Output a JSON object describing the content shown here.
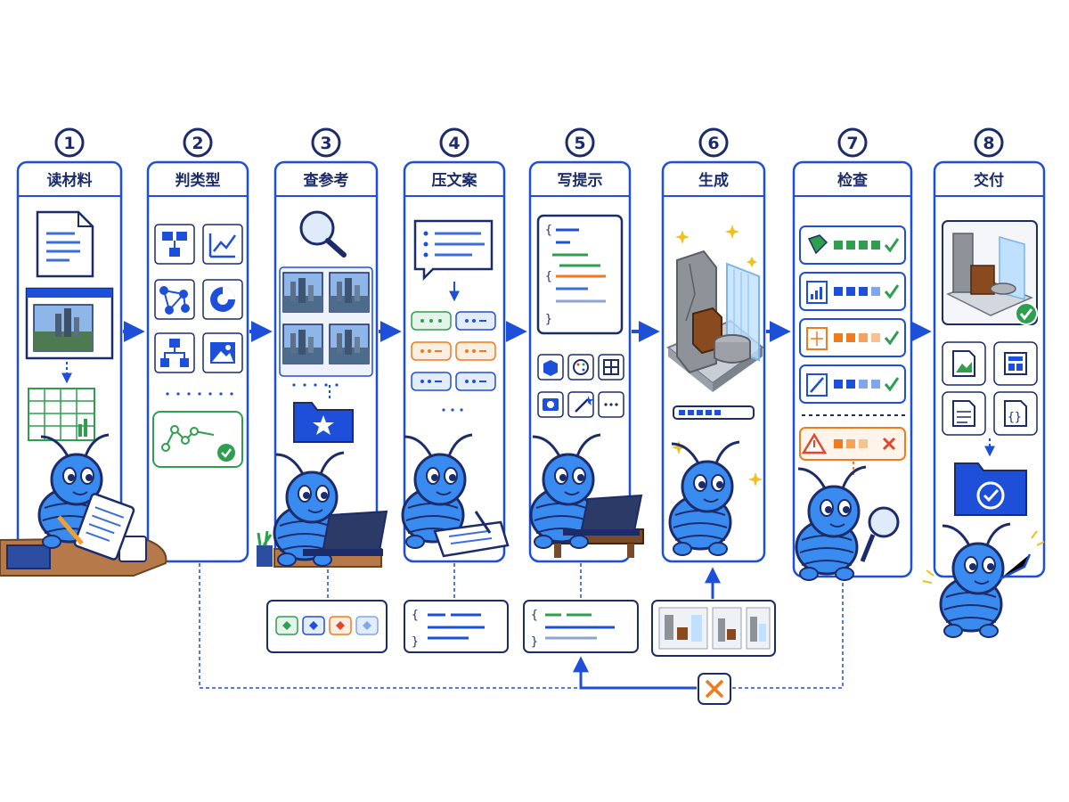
{
  "stages": [
    {
      "num": "1",
      "title": "读材料"
    },
    {
      "num": "2",
      "title": "判类型"
    },
    {
      "num": "3",
      "title": "查参考"
    },
    {
      "num": "4",
      "title": "压文案"
    },
    {
      "num": "5",
      "title": "写提示"
    },
    {
      "num": "6",
      "title": "生成"
    },
    {
      "num": "7",
      "title": "检查"
    },
    {
      "num": "8",
      "title": "交付"
    }
  ],
  "colors": {
    "primary": "#1d4fd8",
    "outline": "#1c2c6b",
    "mascot": "#3a8bf0",
    "green": "#2e9e4f",
    "orange": "#f07a1e",
    "red": "#e0472b",
    "panel_bg": "#ffffff",
    "light_blue": "#dfeafb"
  },
  "icons": {
    "stage1": [
      "document-icon",
      "browser-image-icon",
      "spreadsheet-icon",
      "mascot-reading-clipboard"
    ],
    "stage2": [
      "flowchart-icon",
      "line-chart-icon",
      "network-icon",
      "pie-chart-icon",
      "hierarchy-icon",
      "image-icon",
      "diagram-check-icon"
    ],
    "stage3": [
      "magnifier-icon",
      "reference-photo-grid",
      "star-folder-icon",
      "mascot-laptop"
    ],
    "stage4": [
      "speech-bubble-icon",
      "tag-chips",
      "mascot-writing"
    ],
    "stage5": [
      "code-card-icon",
      "tool-icons",
      "mascot-laptop"
    ],
    "stage6": [
      "generated-render",
      "progress-bar",
      "mascot-excited"
    ],
    "stage7": [
      "check-rows",
      "warning-row",
      "mascot-magnifier"
    ],
    "stage8": [
      "render-check",
      "file-type-icons",
      "check-folder-icon",
      "mascot-waving"
    ],
    "feedback": [
      "tag-chips-card",
      "code-snippet-card",
      "render-thumbs-card",
      "reject-x-icon"
    ]
  }
}
